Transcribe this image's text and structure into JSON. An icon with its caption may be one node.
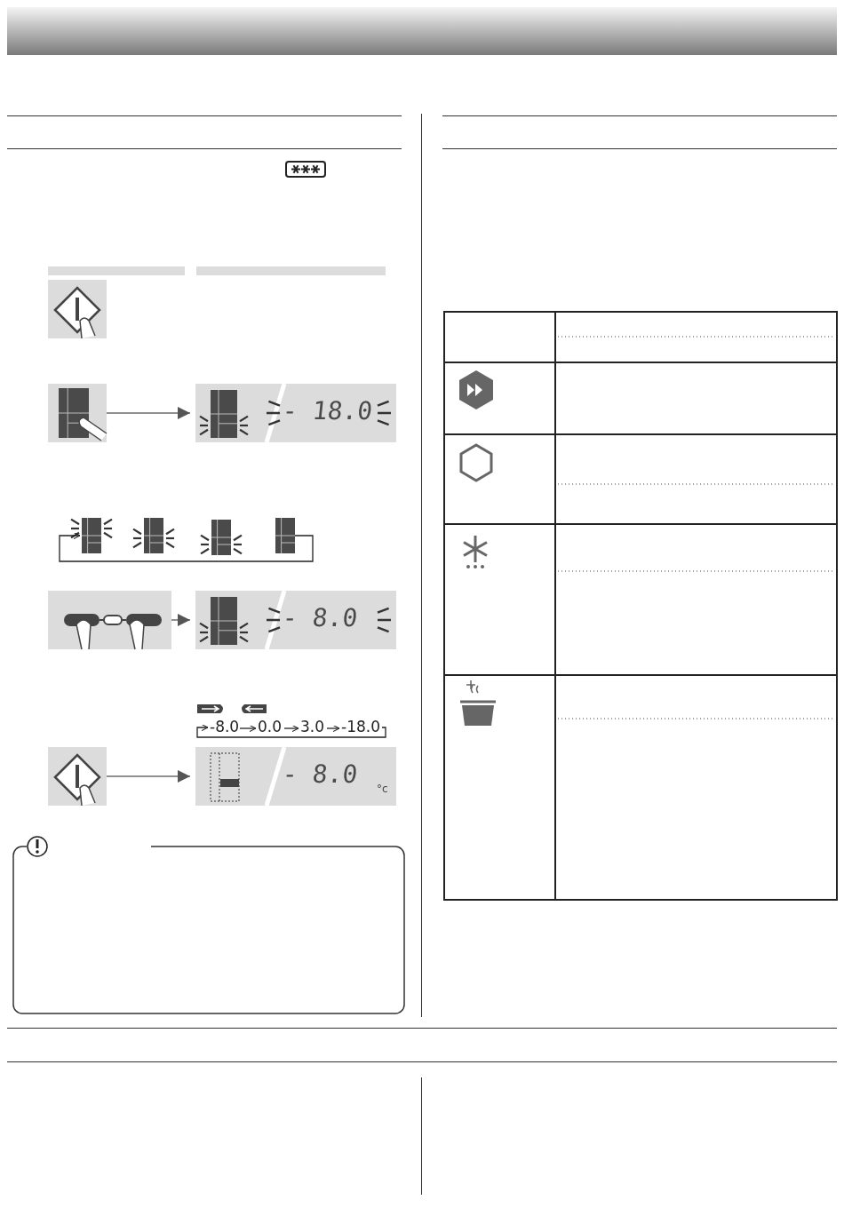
{
  "diagram": {
    "nodes": [
      {
        "text": [],
        "shape": "picture"
      },
      {
        "text": [
          "- 18.0"
        ]
      },
      {
        "text": [],
        "shape": "picture"
      },
      {
        "text": [],
        "shape": "picture"
      },
      {
        "text": [],
        "shape": "picture"
      },
      {
        "text": [],
        "shape": "picture"
      },
      {
        "text": [],
        "shape": "picture"
      },
      {
        "text": [
          "- 8.0"
        ]
      },
      {
        "text": [
          "-8.0"
        ]
      },
      {
        "text": [
          "0.0"
        ]
      },
      {
        "text": [
          "3.0"
        ]
      },
      {
        "text": [
          "-18.0"
        ]
      },
      {
        "text": [],
        "shape": "picture"
      },
      {
        "text": [
          "- 8.0",
          "°c"
        ]
      },
      {
        "text": [],
        "shape": "box"
      }
    ],
    "edges": [
      {
        "from": 0,
        "to": 1,
        "arrow": "to"
      },
      {
        "from": 5,
        "to": 2,
        "arrow": "to"
      },
      {
        "from": 6,
        "to": 7,
        "arrow": "to"
      },
      {
        "from": 8,
        "to": 9,
        "arrow": "to"
      },
      {
        "from": 9,
        "to": 10,
        "arrow": "to"
      },
      {
        "from": 10,
        "to": 11,
        "arrow": "to"
      },
      {
        "from": 11,
        "to": 8,
        "arrow": "to"
      },
      {
        "from": 12,
        "to": 13,
        "arrow": "to"
      }
    ]
  }
}
